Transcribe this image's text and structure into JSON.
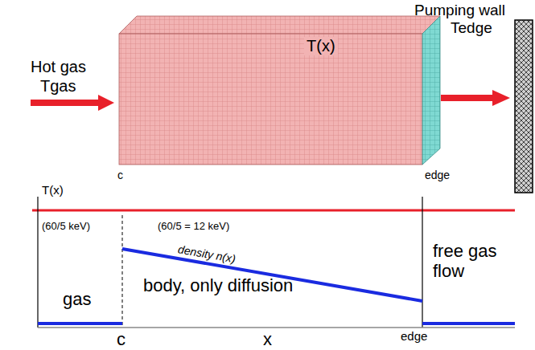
{
  "diagram": {
    "labels": [
      "Hot gas",
      "Tgas",
      "T(x)",
      "Pumping wall",
      "Tedge",
      "c",
      "edge",
      "T(x)",
      "(60/5 keV)",
      "(60/5 = 12 keV)",
      "density n(x)",
      "gas",
      "body, only diffusion",
      "free gas flow",
      "c",
      "x",
      "edge"
    ]
  }
}
